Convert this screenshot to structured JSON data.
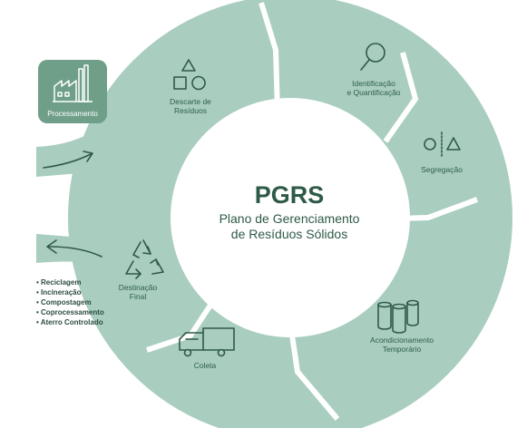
{
  "center": {
    "title": "PGRS",
    "subtitle_line1": "Plano de Gerenciamento",
    "subtitle_line2": "de Resíduos Sólidos"
  },
  "stages": {
    "descarte": [
      "Descarte de",
      "Resíduos"
    ],
    "identificacao": [
      "Identificação",
      "e Quantificação"
    ],
    "segregacao": [
      "Segregação"
    ],
    "acondicionamento": [
      "Acondicionamento",
      "Temporário"
    ],
    "coleta": [
      "Coleta"
    ],
    "destinacao": [
      "Destinação",
      "Final"
    ]
  },
  "processamento": {
    "label": "Processamento"
  },
  "destinos": [
    "• Reciclagem",
    "• Incineração",
    "• Compostagem",
    "• Coprocessamento",
    "• Aterro Controlado"
  ],
  "colors": {
    "ring": "#a9cdbf",
    "ring_alt": "#a3c9ba",
    "processamento_box": "#6f9f89",
    "text": "#2e5a47"
  }
}
